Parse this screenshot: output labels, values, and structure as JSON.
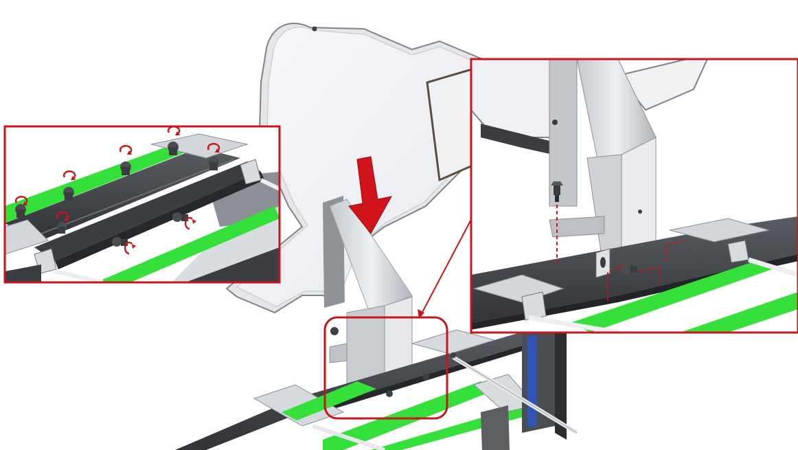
{
  "illustration": {
    "kind": "assembly-instruction",
    "colors": {
      "callout_red": "#c8141a",
      "arrow_red": "#d0141a",
      "rail_dark": "#3b3d42",
      "rail_mid": "#55585e",
      "green_strip": "#35e03a",
      "green_dark": "#1fb325",
      "steel_light": "#dfe2e6",
      "steel_mid": "#b9bec4",
      "panel_white": "#f4f5f8",
      "panel_edge": "#8a8d92",
      "blue_post": "#2f55b5",
      "background": "#ffffff"
    },
    "icons": [
      "down-arrow-icon",
      "rotate-arrow-icon",
      "bolt-icon",
      "leader-arrow-icon"
    ],
    "callouts": [
      "left-detail-callout",
      "right-detail-callout",
      "bracket-highlight"
    ]
  }
}
